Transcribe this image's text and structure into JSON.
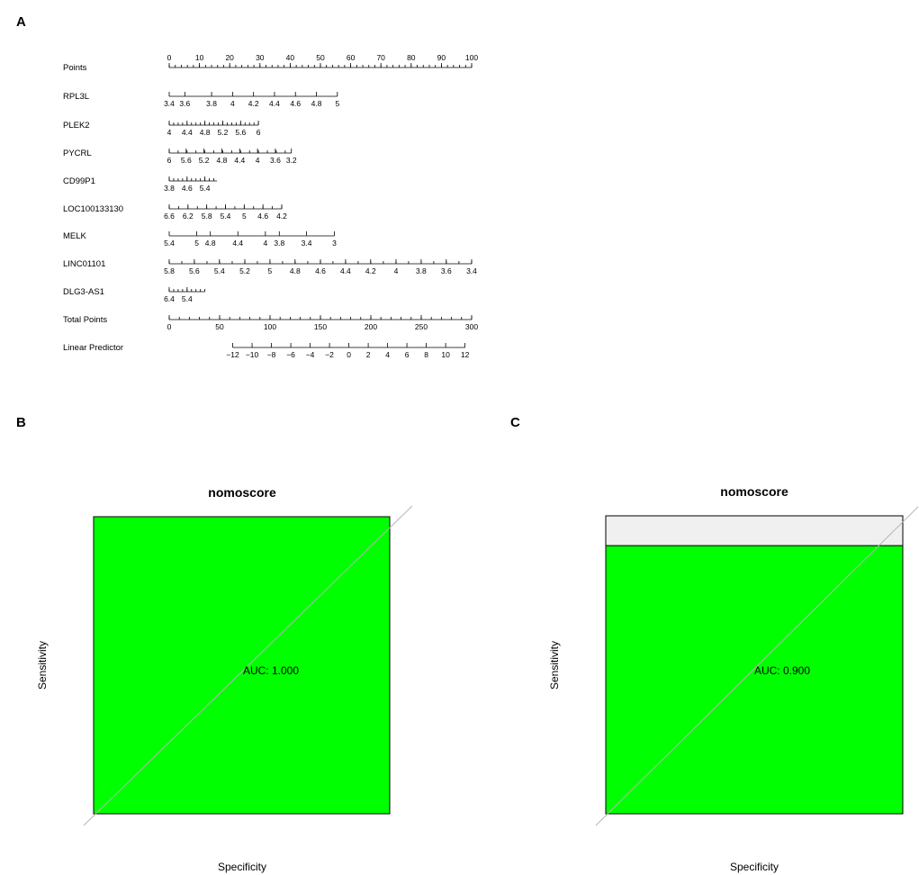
{
  "panels": {
    "a": "A",
    "b": "B",
    "c": "C"
  },
  "colors": {
    "roc_fill": "#00ff00",
    "roc_gap": "#f0f0f0",
    "diagonal": "#b5b5b5"
  },
  "chart_data": [
    {
      "type": "nomogram",
      "panel": "A",
      "rows": [
        {
          "label": "Points",
          "ticks": [
            {
              "pos": 0,
              "label": "0"
            },
            {
              "pos": 10,
              "label": "10"
            },
            {
              "pos": 20,
              "label": "20"
            },
            {
              "pos": 30,
              "label": "30"
            },
            {
              "pos": 40,
              "label": "40"
            },
            {
              "pos": 50,
              "label": "50"
            },
            {
              "pos": 60,
              "label": "60"
            },
            {
              "pos": 70,
              "label": "70"
            },
            {
              "pos": 80,
              "label": "80"
            },
            {
              "pos": 90,
              "label": "90"
            },
            {
              "pos": 100,
              "label": "100"
            }
          ],
          "minor_step": 2,
          "minor_range": [
            0,
            100
          ],
          "labels_above": true
        },
        {
          "label": "RPL3L",
          "ticks": [
            {
              "pos": 0,
              "label": "3.4"
            },
            {
              "pos": 5.16,
              "label": "3.6"
            },
            {
              "pos": 14.01,
              "label": "3.8"
            },
            {
              "pos": 20.94,
              "label": "4"
            },
            {
              "pos": 27.88,
              "label": "4.2"
            },
            {
              "pos": 34.81,
              "label": "4.4"
            },
            {
              "pos": 41.74,
              "label": "4.6"
            },
            {
              "pos": 48.67,
              "label": "4.8"
            },
            {
              "pos": 55.6,
              "label": "5"
            }
          ]
        },
        {
          "label": "PLEK2",
          "ticks": [
            {
              "pos": 0,
              "label": "4"
            },
            {
              "pos": 5.9,
              "label": "4.4"
            },
            {
              "pos": 11.8,
              "label": "4.8"
            },
            {
              "pos": 17.7,
              "label": "5.2"
            },
            {
              "pos": 23.6,
              "label": "5.6"
            },
            {
              "pos": 29.5,
              "label": "6"
            }
          ],
          "minor_step": 1.475,
          "minor_range": [
            0,
            29.5
          ]
        },
        {
          "label": "PYCRL",
          "ticks": [
            {
              "pos": 0,
              "label": "6"
            },
            {
              "pos": 5.6,
              "label": "5.6"
            },
            {
              "pos": 11.5,
              "label": "5.2"
            },
            {
              "pos": 17.4,
              "label": "4.8"
            },
            {
              "pos": 23.3,
              "label": "4.4"
            },
            {
              "pos": 29.2,
              "label": "4"
            },
            {
              "pos": 35.1,
              "label": "3.6"
            },
            {
              "pos": 40.4,
              "label": "3.2"
            }
          ],
          "minor_step": 2.95,
          "minor_range": [
            0,
            40.4
          ]
        },
        {
          "label": "CD99P1",
          "ticks": [
            {
              "pos": 0,
              "label": "3.8"
            },
            {
              "pos": 5.9,
              "label": "4.6"
            },
            {
              "pos": 11.8,
              "label": "5.4"
            }
          ],
          "minor_step": 1.475,
          "minor_range": [
            0,
            15.8
          ]
        },
        {
          "label": "LOC100133130",
          "ticks": [
            {
              "pos": 0,
              "label": "6.6"
            },
            {
              "pos": 6.2,
              "label": "6.2"
            },
            {
              "pos": 12.4,
              "label": "5.8"
            },
            {
              "pos": 18.6,
              "label": "5.4"
            },
            {
              "pos": 24.8,
              "label": "5"
            },
            {
              "pos": 31,
              "label": "4.6"
            },
            {
              "pos": 37.2,
              "label": "4.2"
            }
          ],
          "minor_step": 3.1,
          "minor_range": [
            0,
            37.2
          ]
        },
        {
          "label": "MELK",
          "ticks": [
            {
              "pos": 0,
              "label": "5.4"
            },
            {
              "pos": 9.1,
              "label": "5"
            },
            {
              "pos": 13.6,
              "label": "4.8"
            },
            {
              "pos": 22.7,
              "label": "4.4"
            },
            {
              "pos": 31.8,
              "label": "4"
            },
            {
              "pos": 36.4,
              "label": "3.8"
            },
            {
              "pos": 45.4,
              "label": "3.4"
            },
            {
              "pos": 54.6,
              "label": "3"
            }
          ]
        },
        {
          "label": "LINC01101",
          "ticks": [
            {
              "pos": 0,
              "label": "5.8"
            },
            {
              "pos": 8.3,
              "label": "5.6"
            },
            {
              "pos": 16.6,
              "label": "5.4"
            },
            {
              "pos": 25,
              "label": "5.2"
            },
            {
              "pos": 33.3,
              "label": "5"
            },
            {
              "pos": 41.6,
              "label": "4.8"
            },
            {
              "pos": 50,
              "label": "4.6"
            },
            {
              "pos": 58.3,
              "label": "4.4"
            },
            {
              "pos": 66.6,
              "label": "4.2"
            },
            {
              "pos": 75,
              "label": "4"
            },
            {
              "pos": 83.3,
              "label": "3.8"
            },
            {
              "pos": 91.6,
              "label": "3.6"
            },
            {
              "pos": 100,
              "label": "3.4"
            }
          ],
          "minor_step": 4.165,
          "minor_range": [
            0,
            100
          ]
        },
        {
          "label": "DLG3-AS1",
          "ticks": [
            {
              "pos": 0,
              "label": "6.4"
            },
            {
              "pos": 5.9,
              "label": "5.4"
            }
          ],
          "minor_step": 1.475,
          "minor_range": [
            0,
            11.8
          ]
        },
        {
          "label": "Total Points",
          "ticks": [
            {
              "pos": 0,
              "label": "0"
            },
            {
              "pos": 16.67,
              "label": "50"
            },
            {
              "pos": 33.33,
              "label": "100"
            },
            {
              "pos": 50,
              "label": "150"
            },
            {
              "pos": 66.67,
              "label": "200"
            },
            {
              "pos": 83.33,
              "label": "250"
            },
            {
              "pos": 100,
              "label": "300"
            }
          ],
          "minor_step": 3.333,
          "minor_range": [
            0,
            100
          ]
        },
        {
          "label": "Linear Predictor",
          "ticks": [
            {
              "pos": 21,
              "label": "−12"
            },
            {
              "pos": 27.4,
              "label": "−10"
            },
            {
              "pos": 33.8,
              "label": "−8"
            },
            {
              "pos": 40.2,
              "label": "−6"
            },
            {
              "pos": 46.6,
              "label": "−4"
            },
            {
              "pos": 53,
              "label": "−2"
            },
            {
              "pos": 59.4,
              "label": "0"
            },
            {
              "pos": 65.8,
              "label": "2"
            },
            {
              "pos": 72.2,
              "label": "4"
            },
            {
              "pos": 78.6,
              "label": "6"
            },
            {
              "pos": 85,
              "label": "8"
            },
            {
              "pos": 91.4,
              "label": "10"
            },
            {
              "pos": 97.8,
              "label": "12"
            }
          ]
        }
      ]
    },
    {
      "type": "area",
      "panel": "B",
      "title": "nomoscore",
      "xlabel": "Specificity",
      "ylabel": "Sensitivity",
      "auc_text": "AUC: 1.000",
      "auc": 1.0,
      "specificity": [
        1,
        0
      ],
      "sensitivity": [
        1,
        1
      ],
      "xlim": [
        1,
        0
      ],
      "ylim": [
        0,
        1
      ]
    },
    {
      "type": "area",
      "panel": "C",
      "title": "nomoscore",
      "xlabel": "Specificity",
      "ylabel": "Sensitivity",
      "auc_text": "AUC: 0.900",
      "auc": 0.9,
      "specificity": [
        1,
        0
      ],
      "sensitivity": [
        0.9,
        0.9
      ],
      "xlim": [
        1,
        0
      ],
      "ylim": [
        0,
        1
      ]
    }
  ]
}
